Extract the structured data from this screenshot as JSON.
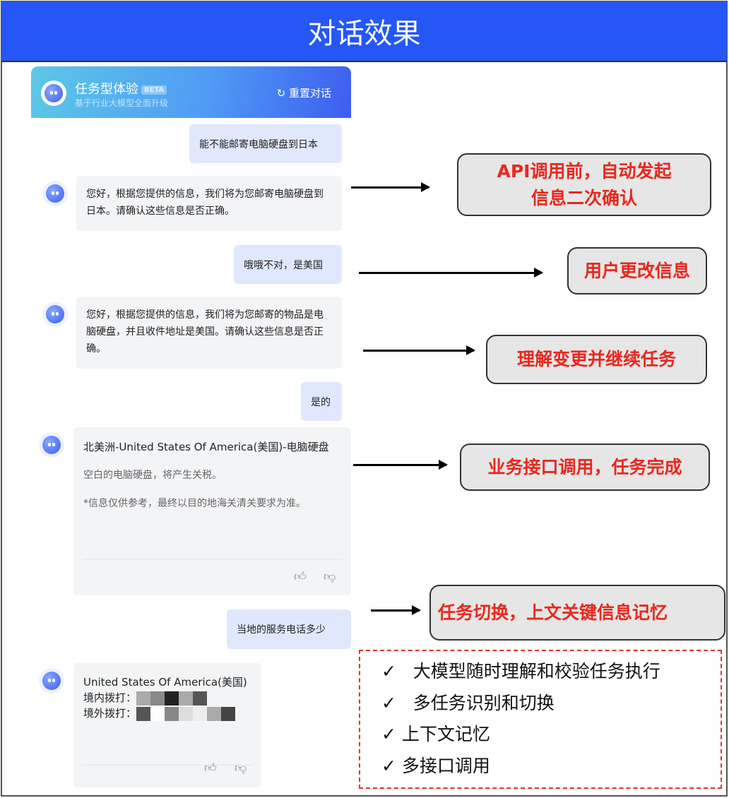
{
  "page_title": "对话效果",
  "chat": {
    "title": "任务型体验",
    "badge": "BETA",
    "subtitle": "基于行业大模型全面升级",
    "reset_label": "重置对话",
    "messages": [
      "能不能邮寄电脑硬盘到日本",
      "您好，根据您提供的信息，我们将为您邮寄电脑硬盘到日本。请确认这些信息是否正确。",
      "哦哦不对，是美国",
      "您好，根据您提供的信息，我们将为您邮寄的物品是电脑硬盘，并且收件地址是美国。请确认这些信息是否正确。",
      "是的",
      "当地的服务电话多少"
    ],
    "card1": {
      "title": "北美洲-United States Of America(美国)-电脑硬盘",
      "line1": "空白的电脑硬盘，将产生关税。",
      "line2": "*信息仅供参考，最终以目的地海关清关要求为准。"
    },
    "card2": {
      "title": "United States Of America(美国)",
      "domestic_label": "境内拨打：",
      "intl_label": "境外拨打："
    }
  },
  "annotations": [
    "API调用前，自动发起\n信息二次确认",
    "用户更改信息",
    "理解变更并继续任务",
    "业务接口调用，任务完成",
    "任务切换，上文关键信息记忆"
  ],
  "features": [
    "✓   大模型随时理解和校验任务执行",
    "✓   多任务识别和切换",
    "✓ 上下文记忆",
    "✓ 多接口调用"
  ],
  "colors": {
    "accent": "#2457f5",
    "annotation_text": "#e8281e"
  }
}
